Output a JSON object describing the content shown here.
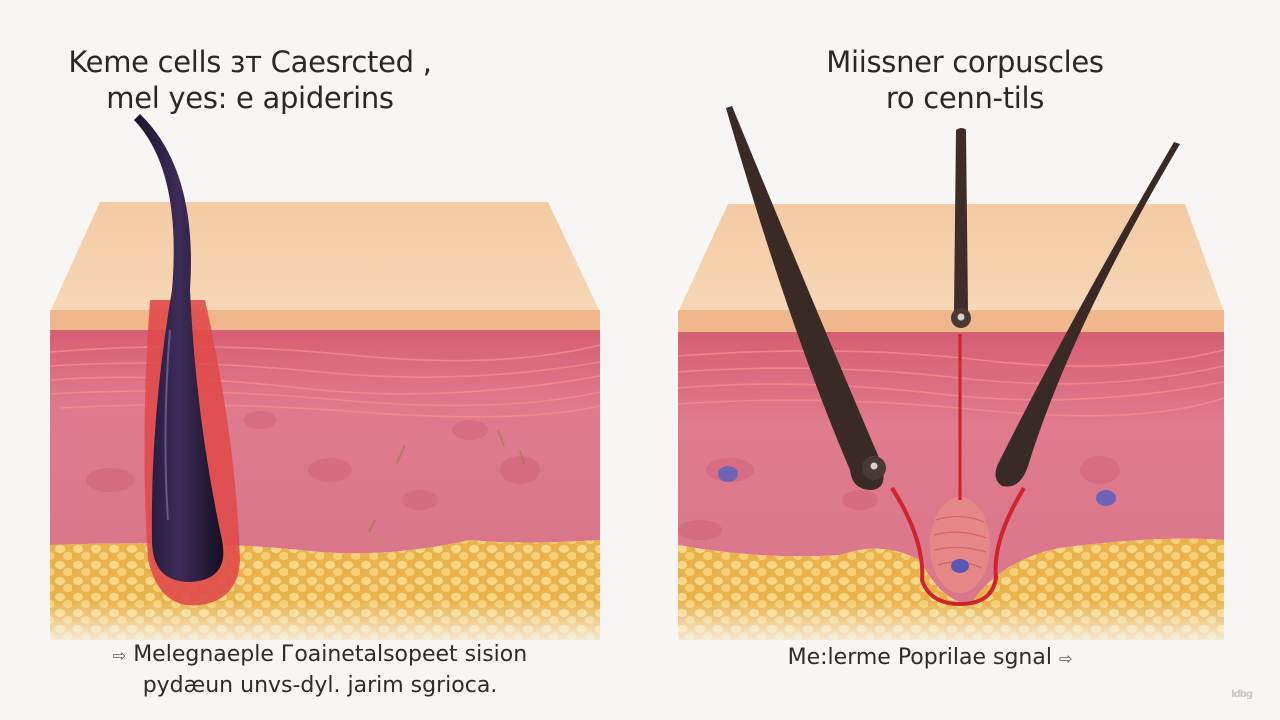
{
  "left_panel": {
    "title_lines": [
      "Keme cells зт Caesrcted ,",
      "mel yes: e apiderins"
    ],
    "caption_lines": [
      "Melegnaeple Гoainetalsopeet sision",
      "pydæun unvs-dyl. jarim sgrioca."
    ],
    "caption_prefix_icon": "arrow-right-icon",
    "illustration": "skin cross-section with single curved dark hair follicle"
  },
  "right_panel": {
    "title_lines": [
      "Miissner corpuscles",
      "ro cenn-tils"
    ],
    "caption_lines": [
      "Me:lerme Poprilae sgnal"
    ],
    "caption_suffix_icon": "arrow-right-icon",
    "illustration": "skin cross-section with three hairs and a corpuscle with red nerve fiber"
  },
  "colors": {
    "background": "#f7f6f4",
    "epidermis_top": "#f3c9a0",
    "dermis": "#d9697a",
    "dermis_light": "#e4879a",
    "fat": "#f0c45a",
    "hair": "#2a1c2c",
    "hair_brown": "#3a2a26",
    "nerve": "#d0232c",
    "text": "#2c2727"
  },
  "watermark": "ldbg"
}
